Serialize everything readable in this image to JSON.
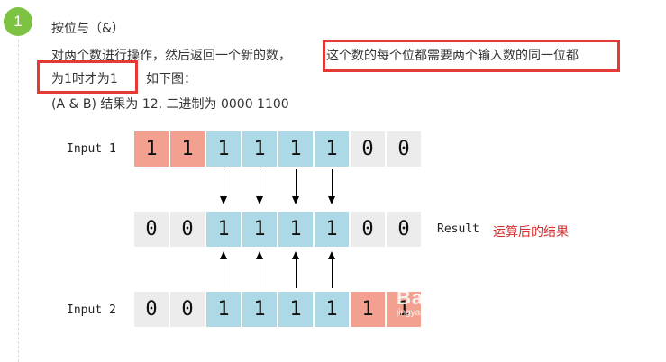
{
  "step": {
    "number": "1"
  },
  "text": {
    "heading": "按位与（&）",
    "line1_a": "对两个数进行操作，然后返回一个新的数，",
    "line1_b": "这个数的每个位都需要两个输入数的同一位都",
    "line2_a": "为1时才为1",
    "line2_b": "，如下图：",
    "line3": "(A & B) 结果为 12, 二进制为 0000 1100"
  },
  "diagram": {
    "rows": [
      {
        "label": "Input 1",
        "bits": [
          "1",
          "1",
          "1",
          "1",
          "1",
          "1",
          "0",
          "0"
        ],
        "colors": [
          2,
          2,
          1,
          1,
          1,
          1,
          0,
          0
        ]
      },
      {
        "label": "",
        "bits": [
          "0",
          "0",
          "1",
          "1",
          "1",
          "1",
          "0",
          "0"
        ],
        "colors": [
          0,
          0,
          1,
          1,
          1,
          1,
          0,
          0
        ]
      },
      {
        "label": "Input 2",
        "bits": [
          "0",
          "0",
          "1",
          "1",
          "1",
          "1",
          "1",
          "1"
        ],
        "colors": [
          0,
          0,
          1,
          1,
          1,
          1,
          2,
          2
        ]
      }
    ],
    "result_label": "Result",
    "result_note": "运算后的结果",
    "colors": {
      "zero": "#ececec",
      "common": "#add8e6",
      "unique": "#f2a08f"
    }
  },
  "watermark": {
    "main": "Bai",
    "sub": "jingyan.baidu.com"
  }
}
